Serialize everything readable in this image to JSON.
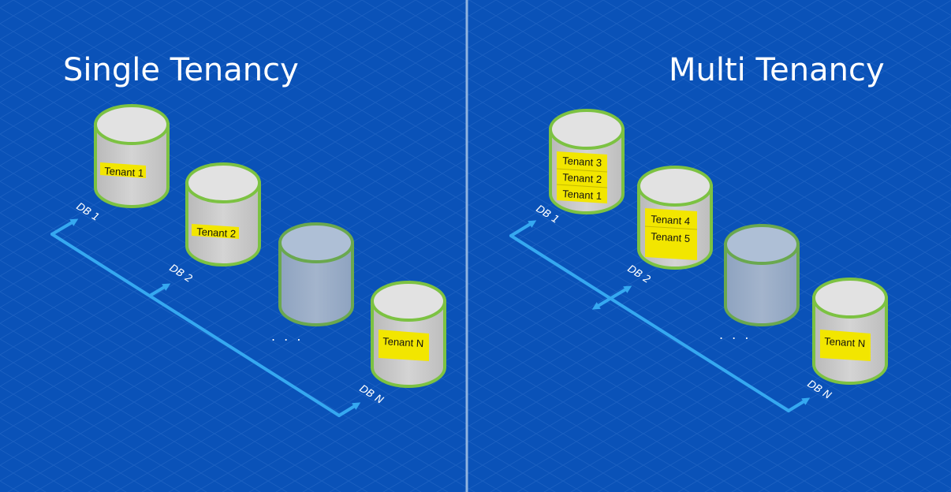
{
  "left_panel": {
    "title": "Single Tenancy",
    "databases": [
      {
        "label": "DB 1",
        "tenants": [
          "Tenant 1"
        ]
      },
      {
        "label": "DB 2",
        "tenants": [
          "Tenant 2"
        ]
      },
      {
        "label": "DB N",
        "tenants": [
          "Tenant N"
        ]
      }
    ],
    "ellipsis": ". . ."
  },
  "right_panel": {
    "title": "Multi Tenancy",
    "databases": [
      {
        "label": "DB 1",
        "tenants": [
          "Tenant 3",
          "Tenant 2",
          "Tenant 1"
        ]
      },
      {
        "label": "DB 2",
        "tenants": [
          "Tenant 4",
          "Tenant 5"
        ]
      },
      {
        "label": "DB N",
        "tenants": [
          "Tenant N"
        ]
      }
    ],
    "ellipsis": ". . ."
  },
  "colors": {
    "background": "#0a52b8",
    "grid": "#2a6cc8",
    "divider": "#8fb3e0",
    "cylinder_rim": "#7cc242",
    "cylinder_body": "#c9c9c9",
    "cylinder_ghost": "#9fb0c8",
    "tenant_tag": "#f2e600",
    "axis": "#35a8f0"
  }
}
